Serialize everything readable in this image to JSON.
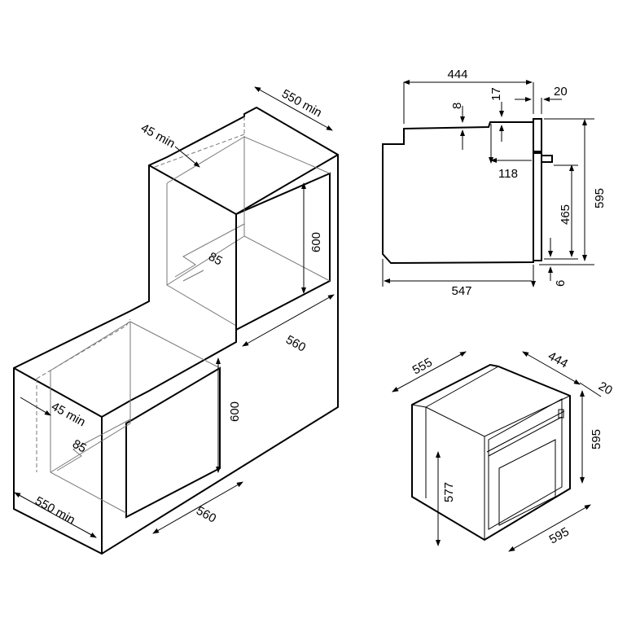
{
  "installation_column": {
    "upper_niche_depth": "550 min",
    "upper_vent_gap": "45 min",
    "upper_niche_height": "600",
    "upper_niche_width": "560",
    "upper_vent_depth": "85"
  },
  "installation_undercounter": {
    "niche_depth": "550 min",
    "vent_gap": "45 min",
    "niche_height": "600",
    "niche_width": "560",
    "vent_depth": "85"
  },
  "side_view": {
    "top_depth": "444",
    "front_panel": "20",
    "step_8": "8",
    "step_17": "17",
    "recess_118": "118",
    "total_height": "595",
    "door_height": "465",
    "bottom_gap": "6",
    "total_depth": "547"
  },
  "iso_view": {
    "body_depth": "555",
    "top_depth": "444",
    "front_thickness": "20",
    "height": "595",
    "body_height": "577",
    "width": "595"
  }
}
